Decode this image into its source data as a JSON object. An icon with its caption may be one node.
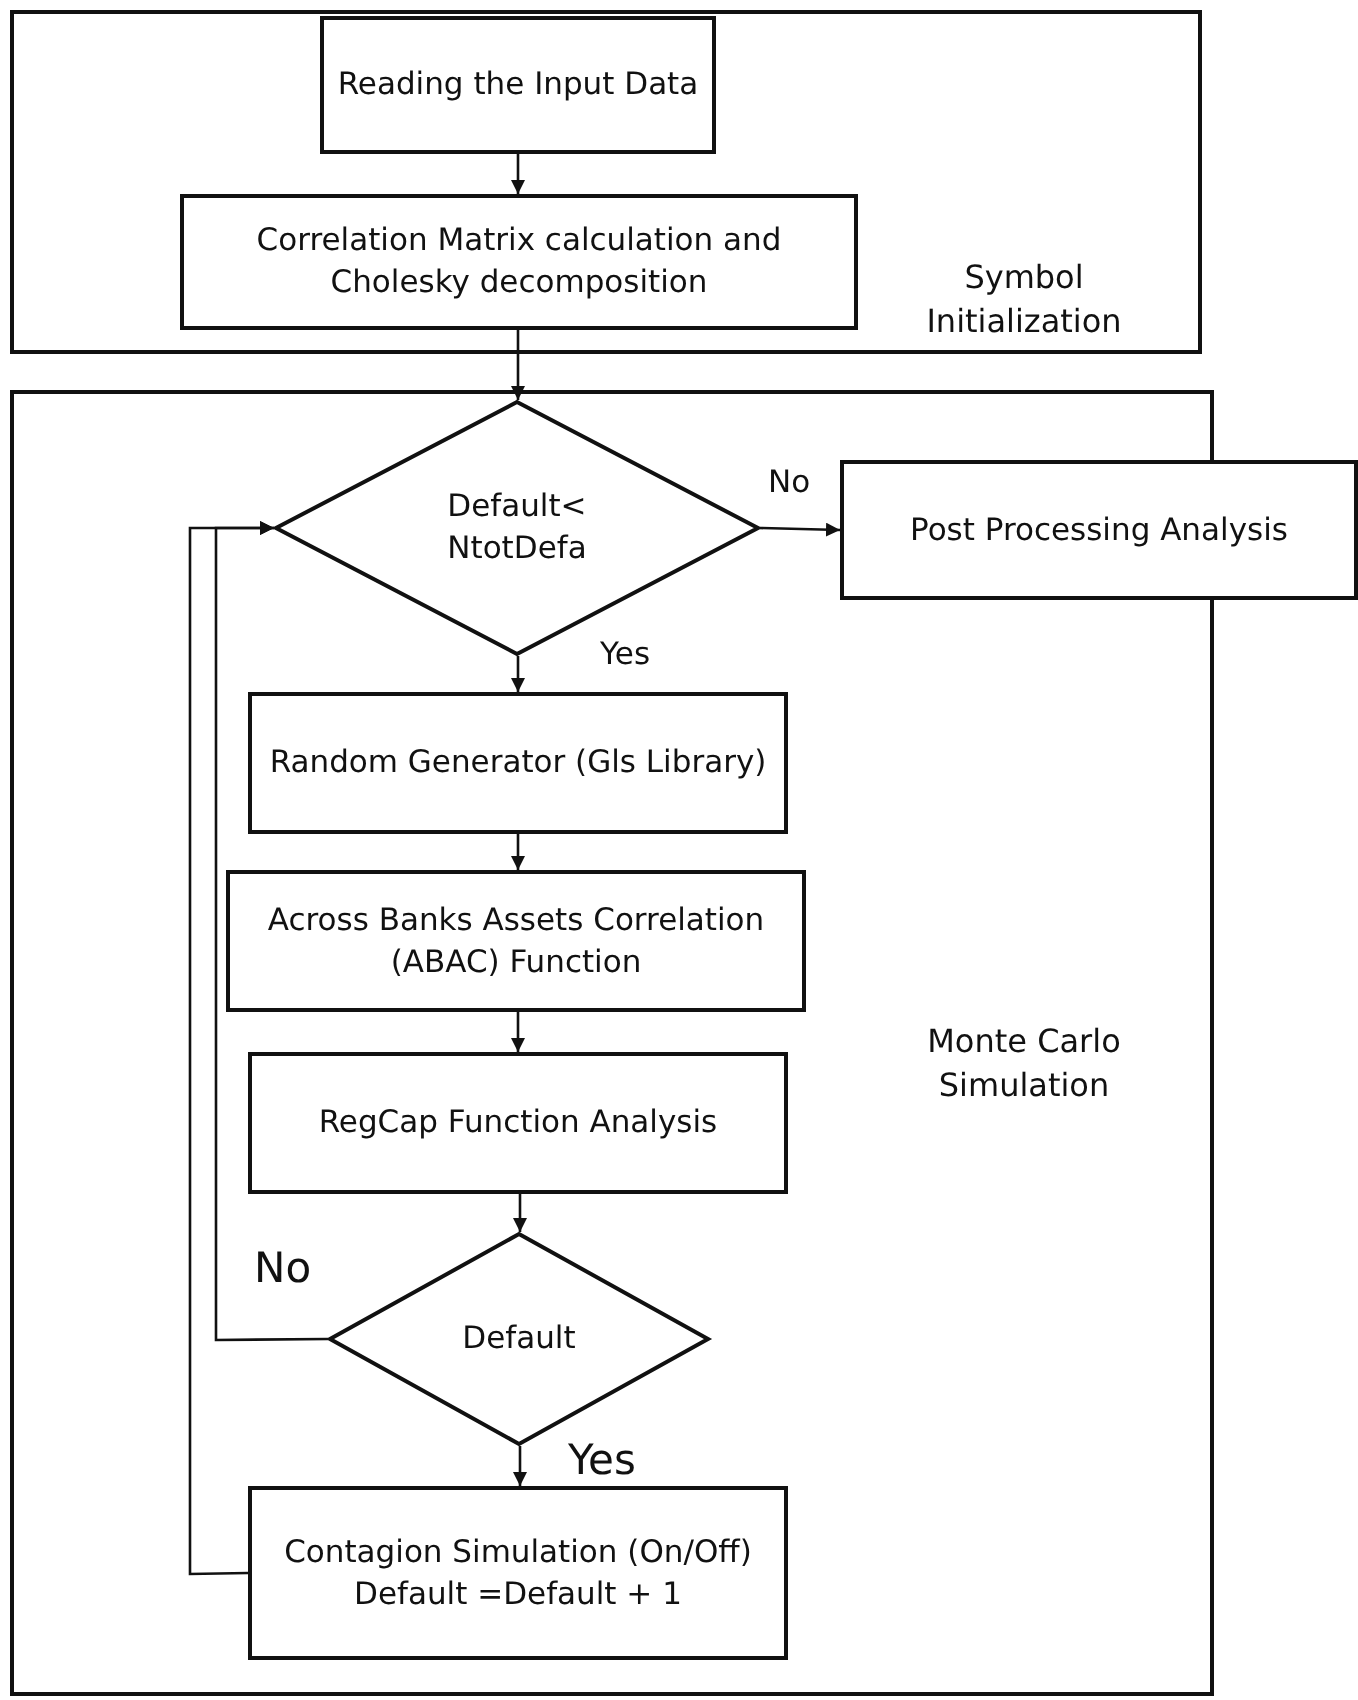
{
  "diagram": {
    "nodes": [
      {
        "text": [
          "Symbol Initialization"
        ]
      },
      {
        "text": [
          "Reading the Input Data"
        ],
        "in": 0
      },
      {
        "text": [
          "Correlation Matrix calculation and Cholesky decomposition"
        ],
        "in": 0
      },
      {
        "text": [
          "Monte Carlo Simulation"
        ]
      },
      {
        "text": [
          "Default< NtotDefa"
        ],
        "in": 3
      },
      {
        "text": [
          "Post Processing Analysis"
        ]
      },
      {
        "text": [
          "Random Generator (Gls Library)"
        ],
        "in": 3
      },
      {
        "text": [
          "Across Banks Assets Correlation (ABAC) Function"
        ],
        "in": 3
      },
      {
        "text": [
          "RegCap Function Analysis"
        ],
        "in": 3
      },
      {
        "text": [
          "Default"
        ],
        "in": 3
      },
      {
        "text": [
          "Contagion Simulation (On/Off) Default =Default + 1"
        ],
        "in": 3
      }
    ],
    "edges": [
      {
        "from": 1,
        "to": 2,
        "arrow": "to"
      },
      {
        "from": 2,
        "to": 4,
        "arrow": "to"
      },
      {
        "from": 4,
        "to": 5,
        "arrow": "to",
        "label": "No"
      },
      {
        "from": 4,
        "to": 6,
        "arrow": "to",
        "label": "Yes"
      },
      {
        "from": 6,
        "to": 7,
        "arrow": "to"
      },
      {
        "from": 7,
        "to": 8,
        "arrow": "to"
      },
      {
        "from": 8,
        "to": 9,
        "arrow": "to"
      },
      {
        "from": 9,
        "to": 4,
        "arrow": "to",
        "label": "No"
      },
      {
        "from": 9,
        "to": 10,
        "arrow": "to",
        "label": "Yes"
      },
      {
        "from": 10,
        "to": 4,
        "arrow": "to"
      }
    ]
  }
}
